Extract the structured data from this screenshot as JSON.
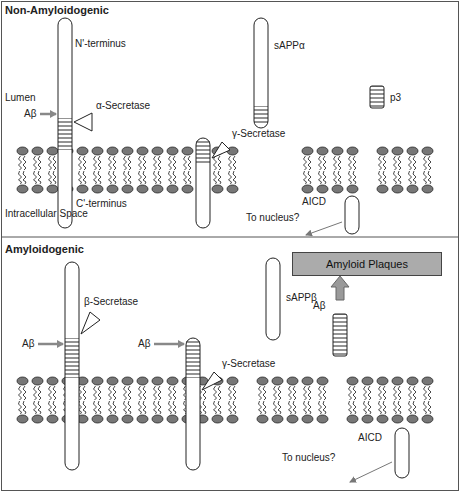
{
  "diagram": {
    "nodes": [
      {
        "text": [
          "Amyloid Plaques"
        ]
      },
      {
        "text": [
          "Aβ"
        ]
      }
    ],
    "edges": [
      {
        "from": 1,
        "to": 0,
        "arrow": "to"
      }
    ],
    "labels": [
      "Non-Amyloidogenic",
      "N'-terminus",
      "Lumen",
      "Aβ",
      "α-Secretase",
      "sAPPα",
      "γ-Secretase",
      "p3",
      "C'-terminus",
      "Intracellular Space",
      "To nucleus?",
      "AICD",
      "Amyloidogenic",
      "sAPPβ",
      "β-Secretase",
      "Aβ",
      "Aβ",
      "γ-Secretase",
      "AICD",
      "To nucleus?"
    ]
  }
}
